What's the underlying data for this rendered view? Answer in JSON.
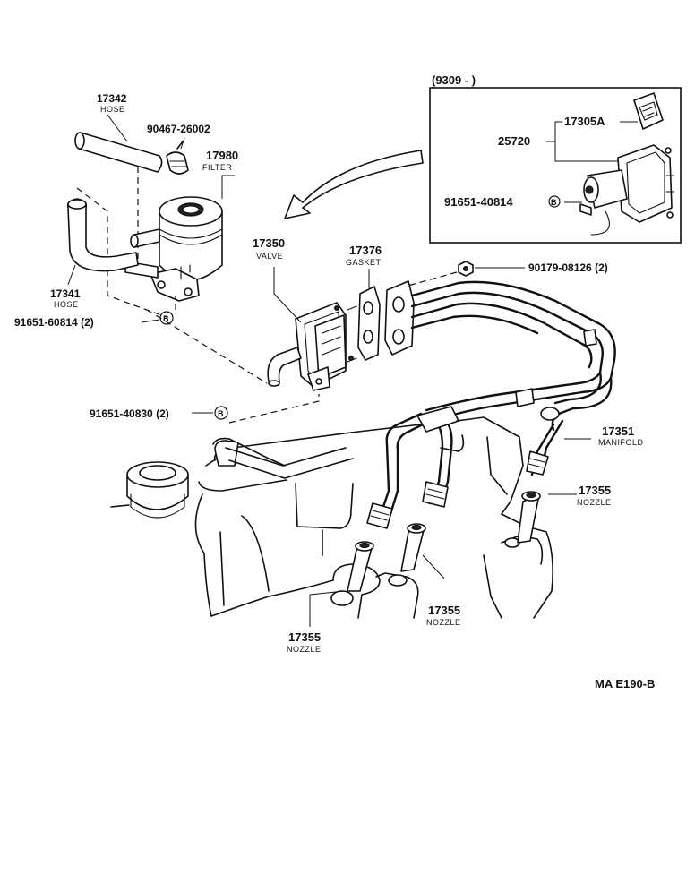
{
  "parts": {
    "p17342": {
      "number": "17342",
      "name": "HOSE"
    },
    "p90467": {
      "number": "90467-26002"
    },
    "p17980": {
      "number": "17980",
      "name": "FILTER"
    },
    "p17341": {
      "number": "17341",
      "name": "HOSE"
    },
    "p91651_60814": {
      "number": "91651-60814 (2)"
    },
    "p17350": {
      "number": "17350",
      "name": "VALVE"
    },
    "p17376": {
      "number": "17376",
      "name": "GASKET"
    },
    "p90179": {
      "number": "90179-08126 (2)"
    },
    "p91651_40830": {
      "number": "91651-40830 (2)"
    },
    "p17351": {
      "number": "17351",
      "name": "MANIFOLD"
    },
    "p17355_right": {
      "number": "17355",
      "name": "NOZZLE"
    },
    "p17355_center": {
      "number": "17355",
      "name": "NOZZLE"
    },
    "p17355_left": {
      "number": "17355",
      "name": "NOZZLE"
    }
  },
  "inset": {
    "date_range": "(9309 -          )",
    "p17305A": "17305A",
    "p25720": "25720",
    "p91651_40814": "91651-40814"
  },
  "marker_letter": "B",
  "diagram_code": "MA  E190-B"
}
